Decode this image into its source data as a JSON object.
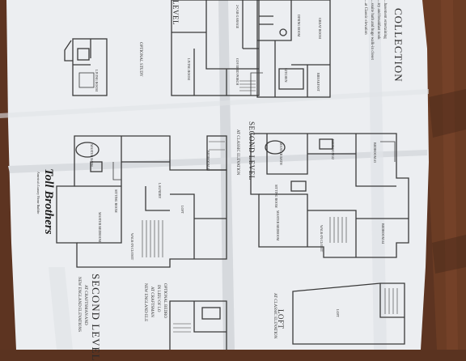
{
  "scene": {
    "description_free": true,
    "colors": {
      "table": "#5a3320",
      "paper": "#e9ebee",
      "ink": "#3a3a3a",
      "shadow": "#c9ccd1"
    }
  },
  "brochure": {
    "collection_title": "COLLECTION",
    "brand_name": "Toll Brothers",
    "brand_tagline": "America's Luxury Home Builder",
    "level_partial": "LEVEL",
    "second_level": "SECOND LEVEL",
    "second_level_sub": "AT CLASSIC ELEVATION",
    "second_level_left": "SECOND LEVEL",
    "left_sub_1": "AT CRAFTSMAN AND",
    "left_sub_2": "NEW ENGLAND ELEVATIONS",
    "optional_bedroom": "OPTIONAL BEDRO",
    "optional_bedroom_2": "IN LIEU OF LO",
    "optional_bedroom_3": "AT CRAFTSMAN",
    "optional_bedroom_4": "NEW ENGLAND ELE",
    "optional_study": "OPTIONAL STUDY",
    "loft": "LOFT",
    "loft_sub": "AT CLASSIC ELEVATION",
    "features_1": "...basement entertaining",
    "features_2": "...try and breakfast nook",
    "features_3": "...ssuite bath and huge walk-in closet",
    "features_4": "...at Classic elevation",
    "rooms": {
      "master_bedroom": "MASTER BEDROOM",
      "master_bath": "MASTER BATH",
      "sitting_room": "SITTING ROOM",
      "bedroom_2": "BEDROOM #2",
      "bedroom_3": "BEDROOM #3",
      "bedroom_4": "BEDROOM #4",
      "loft": "LOFT",
      "laundry": "LAUNDRY",
      "walk_in_closet": "WALK-IN CLOSET",
      "living_room": "LIVING ROOM",
      "two_car_garage": "2-CAR GARAGE",
      "great_room": "GREAT ROOM",
      "covered_porch": "COVERED PORCH",
      "dining_room": "DINING ROOM",
      "kitchen": "KITCHEN",
      "breakfast": "BREAKFAST"
    }
  }
}
